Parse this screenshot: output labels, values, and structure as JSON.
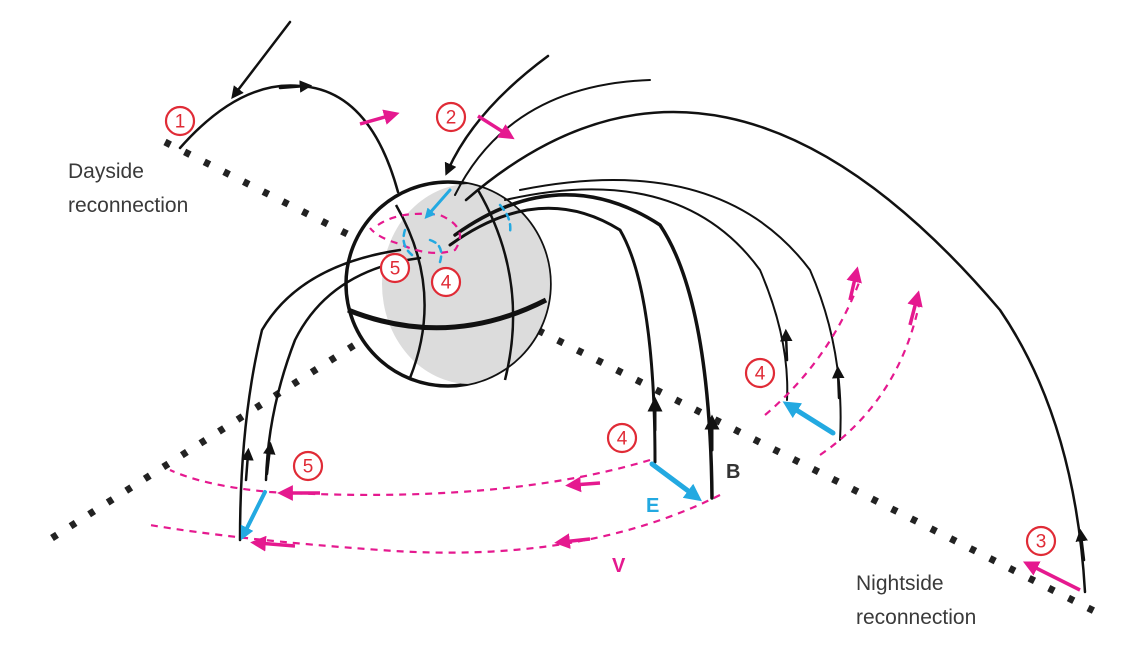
{
  "labels": {
    "dayside_line1": "Dayside",
    "dayside_line2": "reconnection",
    "nightside_line1": "Nightside",
    "nightside_line2": "reconnection",
    "E": "E",
    "B": "B",
    "V": "V"
  },
  "markers": {
    "m1": "1",
    "m2": "2",
    "m3": "3",
    "m4_center": "4",
    "m4_mid": "4",
    "m4_right": "4",
    "m5_center": "5",
    "m5_left": "5"
  },
  "colors": {
    "field_line": "#111111",
    "flow": "#e5198f",
    "electric": "#23a9e1",
    "marker": "#e02b36",
    "earth": "#dcdcdc"
  }
}
